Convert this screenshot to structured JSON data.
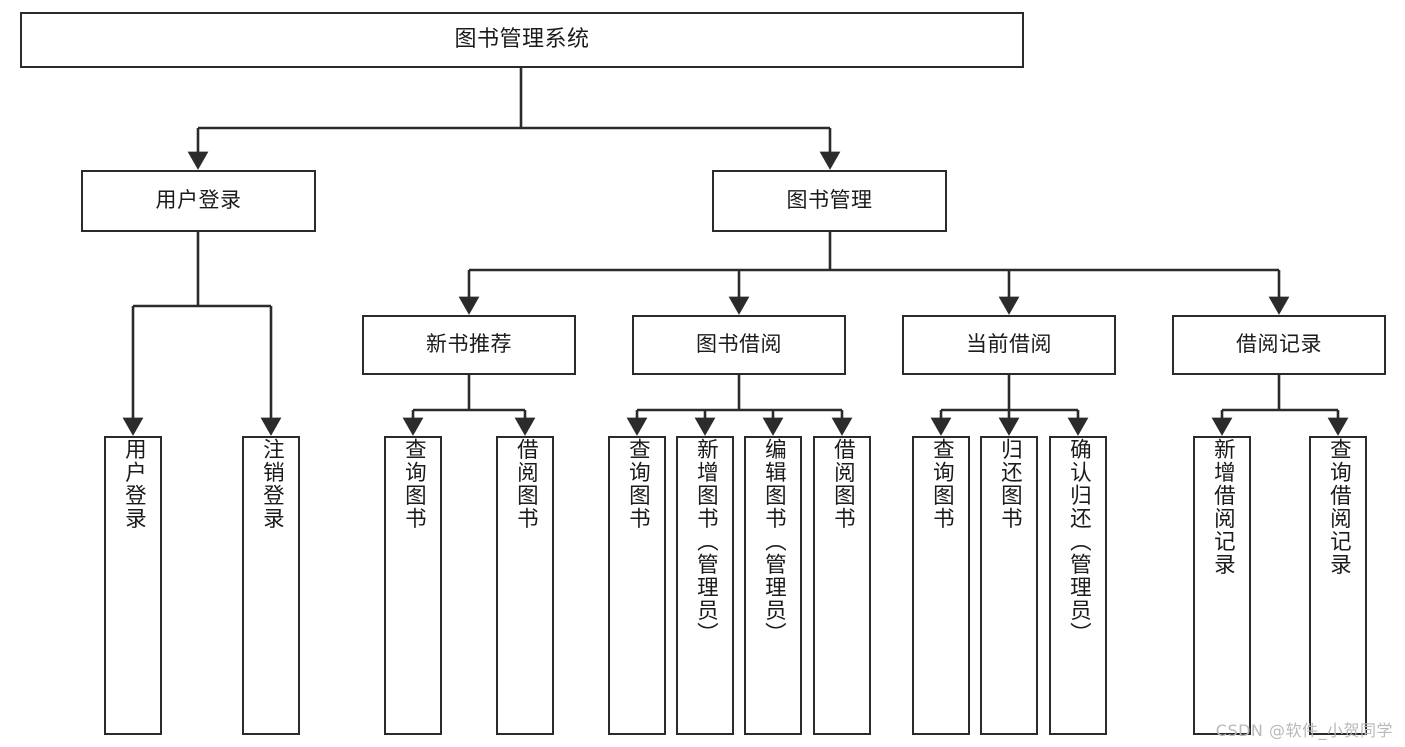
{
  "diagram": {
    "title": "图书管理系统",
    "type": "hierarchy-tree",
    "watermark": "CSDN @软件_小贺同学",
    "colors": {
      "stroke": "#2b2b2b",
      "fill": "#ffffff",
      "text": "#1b1b1b",
      "watermark": "#b9b9b9"
    },
    "levels": {
      "root": {
        "id": "root",
        "label": "图书管理系统"
      },
      "level2": [
        {
          "id": "user-login",
          "label": "用户登录"
        },
        {
          "id": "book-management",
          "label": "图书管理"
        }
      ],
      "level3": [
        {
          "id": "new-book-recommend",
          "label": "新书推荐",
          "parent": "book-management"
        },
        {
          "id": "book-borrow",
          "label": "图书借阅",
          "parent": "book-management"
        },
        {
          "id": "current-borrow",
          "label": "当前借阅",
          "parent": "book-management"
        },
        {
          "id": "borrow-record",
          "label": "借阅记录",
          "parent": "book-management"
        }
      ],
      "leaves": [
        {
          "id": "leaf-user-login",
          "label": "用户登录",
          "parent": "user-login"
        },
        {
          "id": "leaf-user-logout",
          "label": "注销登录",
          "parent": "user-login"
        },
        {
          "id": "leaf-query-book-1",
          "label": "查询图书",
          "parent": "new-book-recommend"
        },
        {
          "id": "leaf-borrow-book-1",
          "label": "借阅图书",
          "parent": "new-book-recommend"
        },
        {
          "id": "leaf-query-book-2",
          "label": "查询图书",
          "parent": "book-borrow"
        },
        {
          "id": "leaf-add-book",
          "label": "新增图书（管理员）",
          "parent": "book-borrow"
        },
        {
          "id": "leaf-edit-book",
          "label": "编辑图书（管理员）",
          "parent": "book-borrow"
        },
        {
          "id": "leaf-borrow-book-2",
          "label": "借阅图书",
          "parent": "book-borrow"
        },
        {
          "id": "leaf-query-book-3",
          "label": "查询图书",
          "parent": "current-borrow"
        },
        {
          "id": "leaf-return-book",
          "label": "归还图书",
          "parent": "current-borrow"
        },
        {
          "id": "leaf-confirm-return",
          "label": "确认归还（管理员）",
          "parent": "current-borrow"
        },
        {
          "id": "leaf-add-record",
          "label": "新增借阅记录",
          "parent": "borrow-record"
        },
        {
          "id": "leaf-query-record",
          "label": "查询借阅记录",
          "parent": "borrow-record"
        }
      ]
    }
  }
}
